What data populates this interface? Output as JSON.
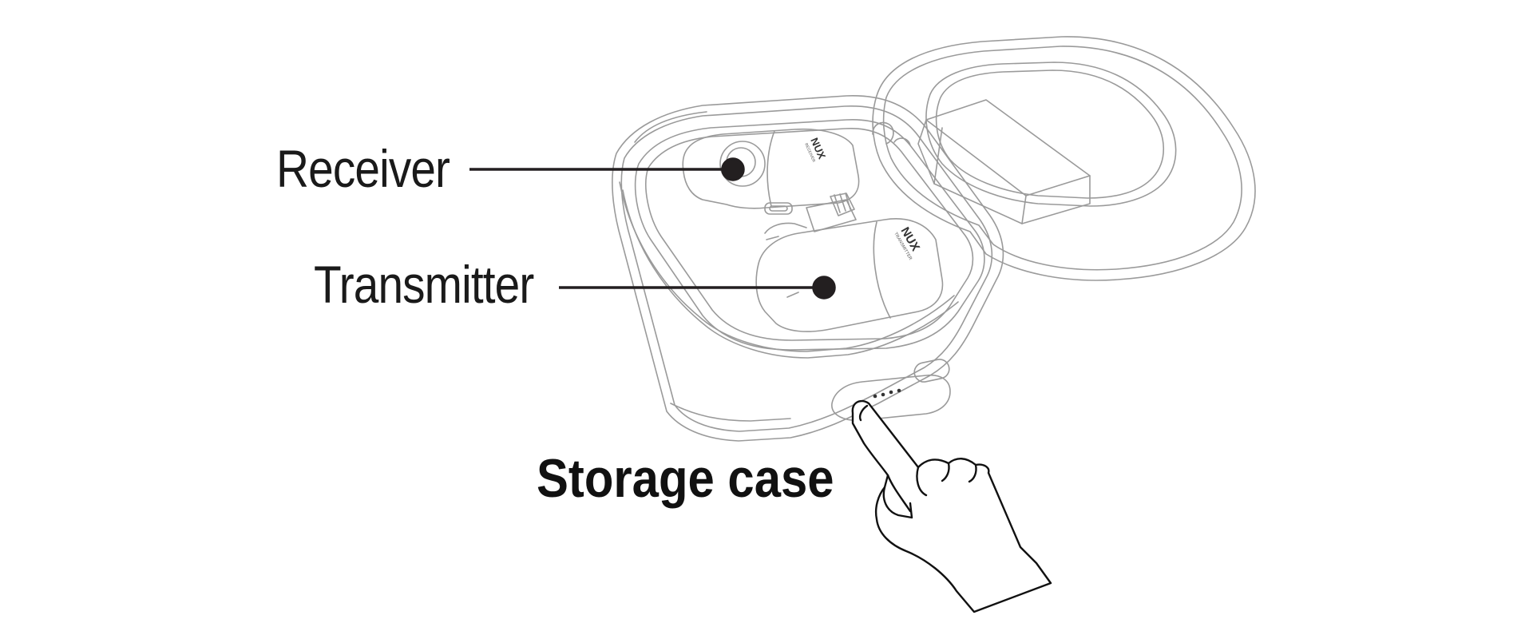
{
  "labels": {
    "receiver": "Receiver",
    "transmitter": "Transmitter",
    "storage_case": "Storage case"
  },
  "device_text": {
    "receiver_brand": "NUX",
    "receiver_model": "RECEIVER",
    "transmitter_brand": "NUX",
    "transmitter_model": "TRANSMITTER"
  },
  "indicator_leds": 4,
  "colors": {
    "line_art": "#8a8a8a",
    "callout": "#231f20",
    "label_text": "#1a1a1a",
    "background": "#ffffff"
  }
}
